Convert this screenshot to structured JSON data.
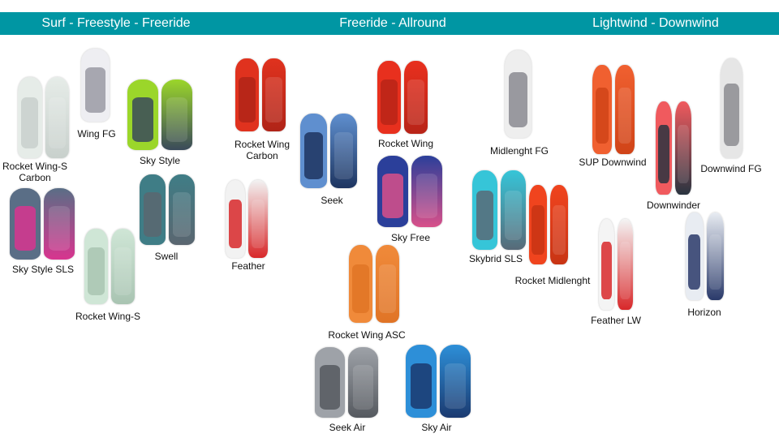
{
  "header": {
    "color": "#0096a3",
    "sections": [
      "Surf - Freestyle - Freeride",
      "Freeride - Allround",
      "Lightwind - Downwind"
    ]
  },
  "products": [
    {
      "name": "Rocket Wing-S Carbon",
      "colors": [
        "#e6ece8",
        "#c8d0cc"
      ],
      "count": 2
    },
    {
      "name": "Wing FG",
      "colors": [
        "#eeeef2",
        "#9a9aa4"
      ],
      "count": 1
    },
    {
      "name": "Sky Style",
      "colors": [
        "#9bd62a",
        "#3a4a5a"
      ],
      "count": 2
    },
    {
      "name": "Sky Style SLS",
      "colors": [
        "#5a6e86",
        "#d8358f"
      ],
      "count": 2
    },
    {
      "name": "Swell",
      "colors": [
        "#3f7d86",
        "#5a6670"
      ],
      "count": 2
    },
    {
      "name": "Rocket Wing-S",
      "colors": [
        "#cfe6d6",
        "#a9c4b2"
      ],
      "count": 2
    },
    {
      "name": "Rocket Wing Carbon",
      "colors": [
        "#e0321e",
        "#b02418"
      ],
      "count": 2
    },
    {
      "name": "Feather",
      "colors": [
        "#f2f2f2",
        "#d8282a"
      ],
      "count": 2
    },
    {
      "name": "Seek",
      "colors": [
        "#5f8fcf",
        "#1e3560"
      ],
      "count": 2
    },
    {
      "name": "Rocket Wing",
      "colors": [
        "#e8301e",
        "#b82418"
      ],
      "count": 2
    },
    {
      "name": "Sky Free",
      "colors": [
        "#2b3f9a",
        "#d8508a"
      ],
      "count": 2
    },
    {
      "name": "Rocket Wing ASC",
      "colors": [
        "#f08a3a",
        "#e07426"
      ],
      "count": 2
    },
    {
      "name": "Seek Air",
      "colors": [
        "#9ea2a8",
        "#55595f"
      ],
      "count": 2
    },
    {
      "name": "Sky Air",
      "colors": [
        "#2d8fd8",
        "#1b3a70"
      ],
      "count": 2
    },
    {
      "name": "Midlenght FG",
      "colors": [
        "#eeeeee",
        "#8a8a90"
      ],
      "count": 1
    },
    {
      "name": "Skybrid SLS",
      "colors": [
        "#36c5d8",
        "#586a78"
      ],
      "count": 2
    },
    {
      "name": "Rocket Midlenght",
      "colors": [
        "#f0441e",
        "#c83414"
      ],
      "count": 2
    },
    {
      "name": "SUP Downwind",
      "colors": [
        "#f06030",
        "#d04418"
      ],
      "count": 2
    },
    {
      "name": "Downwinder",
      "colors": [
        "#f05a5e",
        "#2a3440"
      ],
      "count": 2
    },
    {
      "name": "Downwind FG",
      "colors": [
        "#e6e6e6",
        "#8c8c90"
      ],
      "count": 1
    },
    {
      "name": "Feather LW",
      "colors": [
        "#f4f4f4",
        "#d8282a"
      ],
      "count": 2
    },
    {
      "name": "Horizon",
      "colors": [
        "#e8ecf2",
        "#2a3a6a"
      ],
      "count": 2
    }
  ]
}
